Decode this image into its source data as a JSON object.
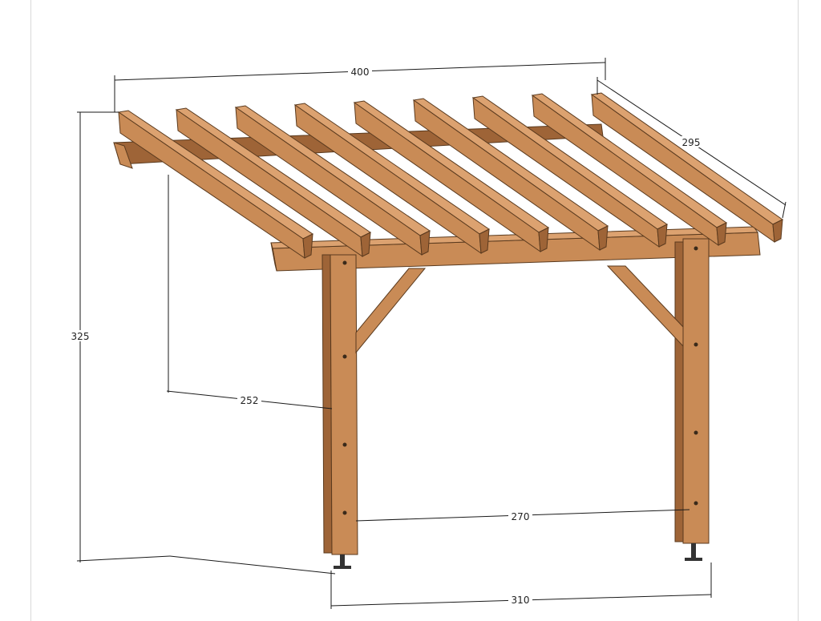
{
  "diagram": {
    "dimensions": {
      "width_top": "400",
      "depth": "295",
      "height": "325",
      "wall_to_post": "252",
      "post_span_inner": "270",
      "post_span_outer": "310"
    },
    "colors": {
      "wood_main": "#c98b56",
      "wood_light": "#dca270",
      "wood_dark": "#9e6437",
      "outline": "#5a3a1e",
      "dimension_lines": "#1a1a1a"
    }
  }
}
